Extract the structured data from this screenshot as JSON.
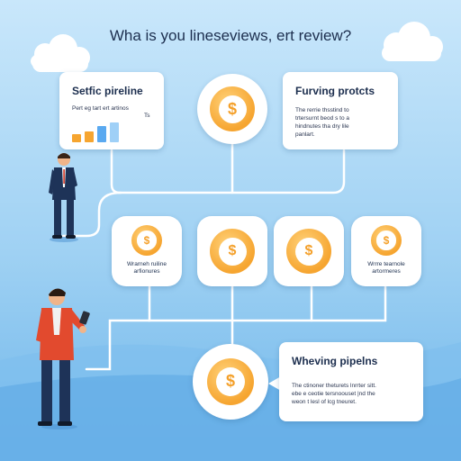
{
  "header": {
    "title": "Wha is you lineseviews, ert review?"
  },
  "cards": {
    "sales_pipeline": {
      "title": "Setfic pireline",
      "text": "Pert eg tart ert artinos",
      "badge": "Ts"
    },
    "funding_prospects": {
      "title": "Furving protcts",
      "text": "The rerrie thsstind to\ntrtersurnt beod s to a\nhindnutes tha dry lile\npanlart."
    },
    "whevring_pipeline": {
      "title": "Wheving pipelns",
      "text": "The ctinoner theturets lnrrter sitt.\nebe e ceotie tersnoouset |nd the\nweon t lesl of lcg tneuret."
    }
  },
  "nodes": {
    "top_coin_symbol": "$",
    "middle": [
      {
        "symbol": "$",
        "label": "Wrarneh ruiline\narfionures"
      },
      {
        "symbol": "$",
        "label": ""
      },
      {
        "symbol": "$",
        "label": ""
      },
      {
        "symbol": "$",
        "label": "Wrrre tearnole\nartormeres"
      }
    ],
    "bottom_coin_symbol": "$"
  },
  "bar_chart": {
    "series_colors": [
      "#f6a530",
      "#f6a530",
      "#5aa9f0",
      "#9fd0f7"
    ],
    "relative_values": [
      0.35,
      0.45,
      0.7,
      0.85
    ]
  },
  "colors": {
    "accent_orange": "#f6a530",
    "connector": "#ffffff",
    "title_text": "#1d2f4f",
    "man_suit": "#1e3358",
    "man_red_jacket": "#e24a2e"
  }
}
